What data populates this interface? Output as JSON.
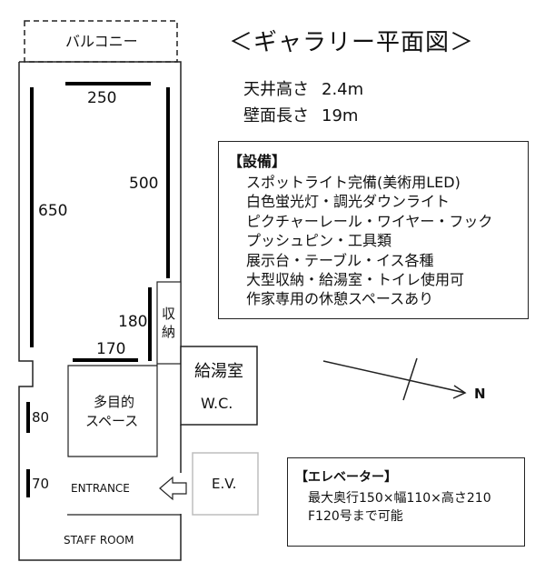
{
  "title": "＜ギャラリー平面図＞",
  "specs": [
    {
      "label": "天井高さ",
      "value": "2.4m"
    },
    {
      "label": "壁面長さ",
      "value": "19m"
    }
  ],
  "facilities": {
    "heading": "【設備】",
    "items": [
      "スポットライト完備(美術用LED)",
      "白色蛍光灯・調光ダウンライト",
      "ピクチャーレール・ワイヤー・フック",
      "プッシュピン・工具類",
      "展示台・テーブル・イス各種",
      "大型収納・給湯室・トイレ使用可",
      "作家専用の休憩スペースあり"
    ]
  },
  "elevator_info": {
    "heading": "【エレベーター】",
    "items": [
      "最大奥行150×幅110×高さ210",
      "F120号まで可能"
    ]
  },
  "rooms": {
    "balcony": "バルコニー",
    "storage_line1": "収",
    "storage_line2": "納",
    "kitchen": "給湯室",
    "wc": "W.C.",
    "multipurpose_line1": "多目的",
    "multipurpose_line2": "スペース",
    "entrance": "ENTRANCE",
    "staff_room": "STAFF ROOM",
    "elevator": "E.V."
  },
  "dimensions": {
    "top_wall": "250",
    "right_wall": "500",
    "left_wall": "650",
    "storage_wall": "180",
    "partition_wall": "170",
    "left_lower_wall": "80",
    "left_bottom_wall": "70"
  },
  "compass": {
    "north_label": "N"
  },
  "colors": {
    "line": "#1a1a1a",
    "wall_mark": "#000000",
    "elevator_border": "#bdbdbd"
  }
}
